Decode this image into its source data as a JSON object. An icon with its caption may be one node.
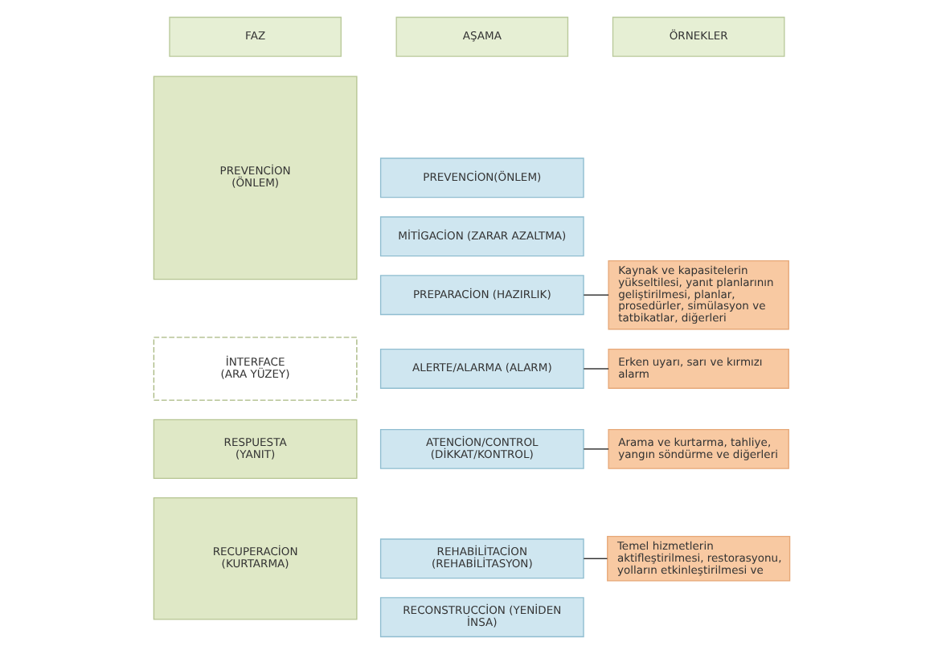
{
  "diagram": {
    "nodes": [
      {
        "text": [
          "FAZ"
        ]
      },
      {
        "text": [
          "AŞAMA"
        ]
      },
      {
        "text": [
          "ÖRNEKLER"
        ]
      },
      {
        "text": [
          "PREVENCİON",
          "(ÖNLEM)"
        ]
      },
      {
        "text": [
          "PREVENCİON(ÖNLEM)"
        ]
      },
      {
        "text": [
          "MİTİGACİON (ZARAR AZALTMA)"
        ]
      },
      {
        "text": [
          "PREPARACİON (HAZIRLIK)"
        ]
      },
      {
        "text": [
          "Kaynak ve kapasitelerin yükseltilesi, yanıt planlarının geliştirilmesi, planlar, prosedürler, simülasyon ve tatbikatlar, diğerleri"
        ]
      },
      {
        "text": [
          "İNTERFACE",
          "(ARA YÜZEY)"
        ]
      },
      {
        "text": [
          "ALERTE/ALARMA (ALARM)"
        ]
      },
      {
        "text": [
          "Erken uyarı, sarı ve kırmızı alarm"
        ]
      },
      {
        "text": [
          "RESPUESTA",
          "(YANIT)"
        ]
      },
      {
        "text": [
          "ATENCİON/CONTROL (DİKKAT/KONTROL)"
        ]
      },
      {
        "text": [
          "Arama ve kurtarma, tahliye, yangın söndürme ve diğerleri"
        ]
      },
      {
        "text": [
          "RECUPERACİON",
          "(KURTARMA)"
        ]
      },
      {
        "text": [
          "REHABİLİTACİON (REHABİLİTASYON)"
        ]
      },
      {
        "text": [
          "RECONSTRUCCİON (YENİDEN İNSA)"
        ]
      },
      {
        "text": [
          "Temel hizmetlerin aktifleştirilmesi, restorasyonu, yolların etkinleştirilmesi ve"
        ]
      }
    ],
    "edges": [
      {
        "from": 6,
        "to": 7,
        "arrow": "none"
      },
      {
        "from": 9,
        "to": 10,
        "arrow": "none"
      },
      {
        "from": 12,
        "to": 13,
        "arrow": "none"
      },
      {
        "from": 15,
        "to": 17,
        "arrow": "none"
      }
    ]
  }
}
